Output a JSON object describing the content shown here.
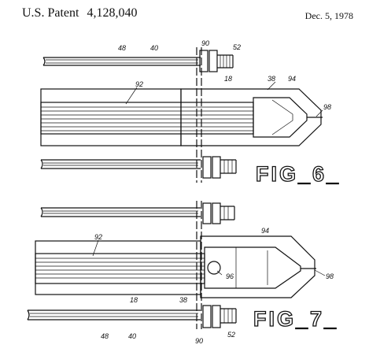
{
  "header": {
    "patent_label": "U.S. Patent",
    "patent_number": "4,128,040",
    "date": "Dec. 5, 1978"
  },
  "figures": [
    {
      "label": "FIG_6_",
      "refs": {
        "r48": "48",
        "r40": "40",
        "r90": "90",
        "r52": "52",
        "r92": "92",
        "r18": "18",
        "r38": "38",
        "r94": "94",
        "r98": "98"
      }
    },
    {
      "label": "FIG_7_",
      "refs": {
        "r92": "92",
        "r94": "94",
        "r96": "96",
        "r98": "98",
        "r18": "18",
        "r38": "38",
        "r48": "48",
        "r40": "40",
        "r90": "90",
        "r52": "52"
      }
    }
  ]
}
